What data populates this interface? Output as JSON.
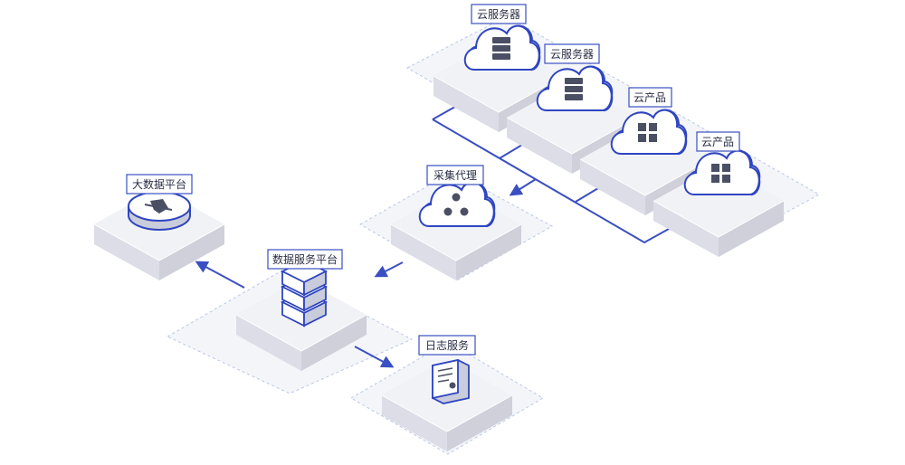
{
  "nodes": {
    "cloud_server_1": {
      "label": "云服务器"
    },
    "cloud_server_2": {
      "label": "云服务器"
    },
    "cloud_product_1": {
      "label": "云产品"
    },
    "cloud_product_2": {
      "label": "云产品"
    },
    "collection_agent": {
      "label": "采集代理"
    },
    "big_data_platform": {
      "label": "大数据平台"
    },
    "data_service_platform": {
      "label": "数据服务平台"
    },
    "log_service": {
      "label": "日志服务"
    }
  },
  "colors": {
    "accent": "#3a4fc2",
    "block_top": "#f1f2f6",
    "zone_fill": "#f3f5f9"
  }
}
